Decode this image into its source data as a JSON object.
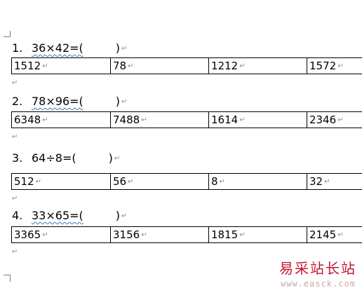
{
  "questions": [
    {
      "number": "1.",
      "expr": "36×42=(",
      "close": ")",
      "options": [
        "1512",
        "78",
        "1212",
        "1572"
      ]
    },
    {
      "number": "2.",
      "expr": "78×96=(",
      "close": ")",
      "options": [
        "6348",
        "7488",
        "1614",
        "2346"
      ]
    },
    {
      "number": "3.",
      "expr": "64÷8=(",
      "close": ")",
      "options": [
        "512",
        "56",
        "8",
        "32"
      ]
    },
    {
      "number": "4.",
      "expr": "33×65=(",
      "close": ")",
      "options": [
        "3365",
        "3156",
        "1815",
        "2145"
      ]
    }
  ],
  "marks": {
    "paragraph": "↵"
  },
  "watermark": {
    "text": "易采站长站",
    "url": "www.easck.com"
  }
}
